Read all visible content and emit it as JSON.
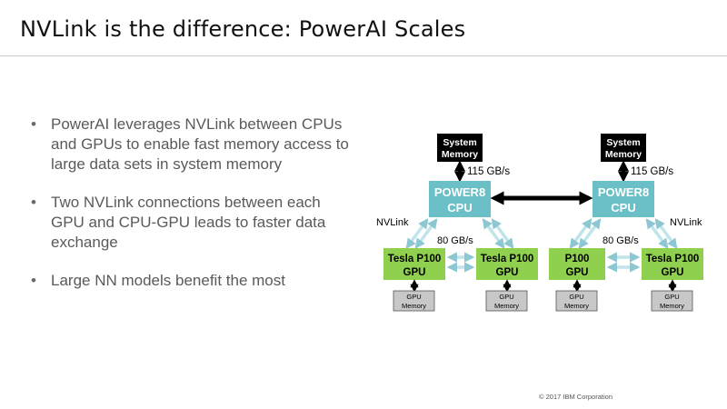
{
  "slide": {
    "title": "NVLink is the difference: PowerAI Scales",
    "bullets": [
      "PowerAI leverages NVLink between CPUs and GPUs to enable fast memory access to large data sets in system memory",
      "Two NVLink connections between each GPU and CPU-GPU leads to faster data exchange",
      "Large NN models benefit the most"
    ],
    "copyright": "© 2017 IBM Corporation"
  },
  "diagram": {
    "colors": {
      "cpu": "#6bbfc7",
      "gpu": "#8fd14f",
      "memory_black": "#000000",
      "gpu_memory": "#c8c8c8",
      "link": "#bfe4ea"
    },
    "left": {
      "system_memory": [
        "System",
        "Memory"
      ],
      "bandwidth_cpu": "115 GB/s",
      "cpu": [
        "POWER8",
        "CPU"
      ],
      "nvlink_label": "NVLink",
      "bandwidth_gpu": "80 GB/s",
      "gpu_a": [
        "Tesla P100",
        "GPU"
      ],
      "gpu_b": [
        "Tesla P100",
        "GPU"
      ],
      "gpu_memory_a": [
        "GPU",
        "Memory"
      ],
      "gpu_memory_b": [
        "GPU",
        "Memory"
      ]
    },
    "right": {
      "system_memory": [
        "System",
        "Memory"
      ],
      "bandwidth_cpu": "115 GB/s",
      "cpu": [
        "POWER8",
        "CPU"
      ],
      "nvlink_label": "NVLink",
      "bandwidth_gpu": "80 GB/s",
      "gpu_a": [
        "P100",
        "GPU"
      ],
      "gpu_b": [
        "Tesla P100",
        "GPU"
      ],
      "gpu_memory_a": [
        "GPU",
        "Memory"
      ],
      "gpu_memory_b": [
        "GPU",
        "Memory"
      ]
    }
  }
}
